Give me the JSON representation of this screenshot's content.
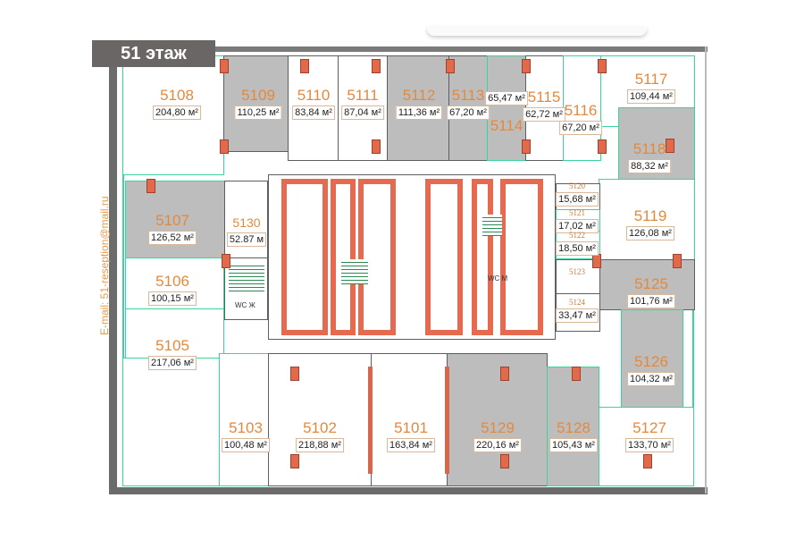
{
  "floor_label": "51 этаж",
  "email": "E-mail: 51-reseption@mail.ru",
  "wc_women": "WC Ж",
  "wc_men": "WC М",
  "rooms": {
    "r5108": {
      "number": "5108",
      "area": "204,80 м²"
    },
    "r5109": {
      "number": "5109",
      "area": "110,25 м²"
    },
    "r5110": {
      "number": "5110",
      "area": "83,84 м²"
    },
    "r5111": {
      "number": "5111",
      "area": "87,04 м²"
    },
    "r5112": {
      "number": "5112",
      "area": "111,36 м²"
    },
    "r5113": {
      "number": "5113",
      "area": "67,20 м²"
    },
    "r5114": {
      "number": "5114",
      "area": "65,47 м²"
    },
    "r5115": {
      "number": "5115",
      "area": "62,72 м²"
    },
    "r5116": {
      "number": "5116",
      "area": "67,20 м²"
    },
    "r5117": {
      "number": "5117",
      "area": "109,44 м²"
    },
    "r5118": {
      "number": "5118",
      "area": "88,32 м²"
    },
    "r5107": {
      "number": "5107",
      "area": "126,52 м²"
    },
    "r5130": {
      "number": "5130",
      "area": "52.87 м"
    },
    "r5106": {
      "number": "5106",
      "area": "100,15 м²"
    },
    "r5105": {
      "number": "5105",
      "area": "217,06 м²"
    },
    "r5119": {
      "number": "5119",
      "area": "126,08 м²"
    },
    "r5120": {
      "number": "5120",
      "area": "15,68 м²"
    },
    "r5121": {
      "number": "5121",
      "area": "17,02 м²"
    },
    "r5122": {
      "number": "5122",
      "area": "18,50 м²"
    },
    "r5123": {
      "number": "5123"
    },
    "r5124": {
      "number": "5124",
      "area": "33,47 м²"
    },
    "r5125": {
      "number": "5125",
      "area": "101,76 м²"
    },
    "r5126": {
      "number": "5126",
      "area": "104,32 м²"
    },
    "r5103": {
      "number": "5103",
      "area": "100,48 м²"
    },
    "r5102": {
      "number": "5102",
      "area": "218,88 м²"
    },
    "r5101": {
      "number": "5101",
      "area": "163,84 м²"
    },
    "r5129": {
      "number": "5129",
      "area": "220,16 м²"
    },
    "r5128": {
      "number": "5128",
      "area": "105,43 м²"
    },
    "r5127": {
      "number": "5127",
      "area": "133,70 м²"
    }
  },
  "colors": {
    "occupied": "#bdbdbd",
    "label": "#e4893c",
    "outline": "#3ad59a",
    "column": "#e06a4a"
  }
}
